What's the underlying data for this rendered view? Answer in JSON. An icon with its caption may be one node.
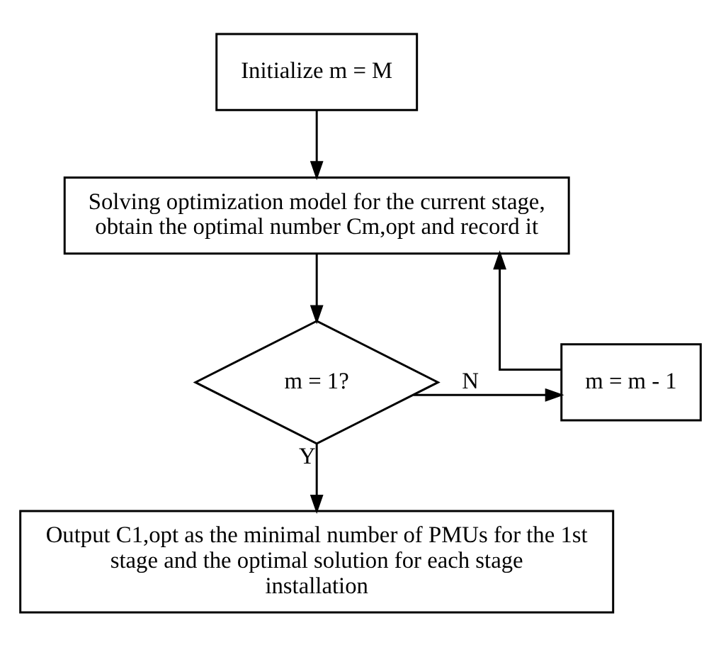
{
  "diagram": {
    "nodes": [
      {
        "text": [
          "Initialize m = M"
        ]
      },
      {
        "text": [
          "Solving optimization model for the current stage, obtain the optimal number Cm,opt and record it"
        ]
      },
      {
        "text": [
          "m = 1?"
        ]
      },
      {
        "text": [
          "m = m - 1"
        ]
      },
      {
        "text": [
          "Output C1,opt as the minimal number of PMUs for the 1st stage and the optimal solution for each stage installation"
        ]
      }
    ],
    "edges": [
      {
        "from": 0,
        "to": 1,
        "arrow": "to"
      },
      {
        "from": 1,
        "to": 2,
        "arrow": "to"
      },
      {
        "from": 2,
        "to": 3,
        "arrow": "to",
        "label": "N"
      },
      {
        "from": 3,
        "to": 1,
        "arrow": "to"
      },
      {
        "from": 2,
        "to": 4,
        "arrow": "to",
        "label": "Y"
      }
    ]
  }
}
